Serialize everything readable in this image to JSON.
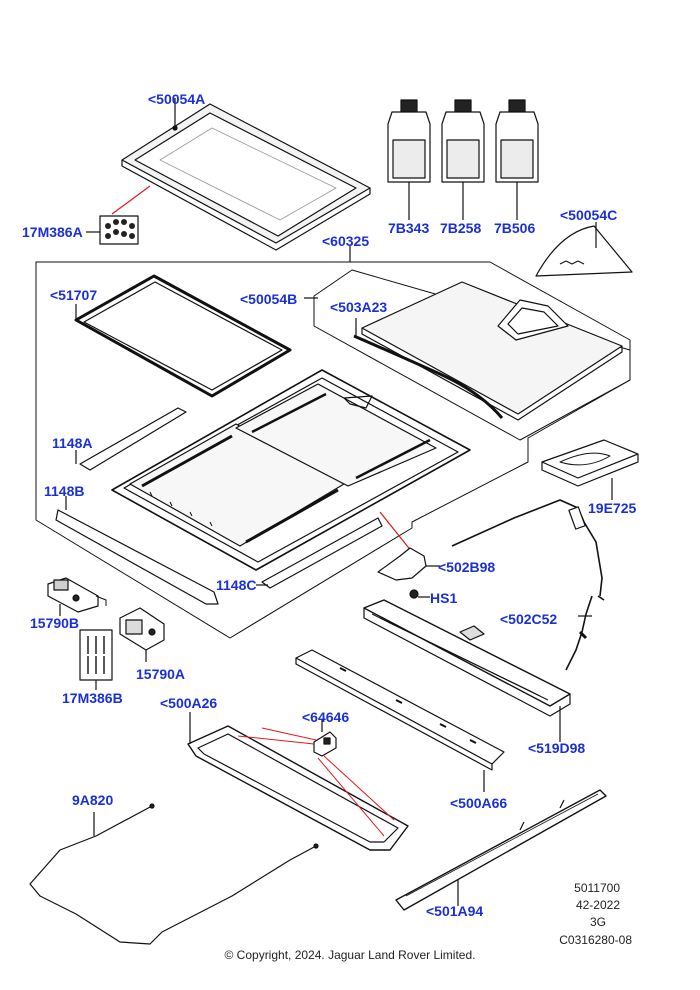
{
  "callouts": {
    "c50054A": "<50054A",
    "c17M386A": "17M386A",
    "c7B343": "7B343",
    "c7B258": "7B258",
    "c7B506": "7B506",
    "c50054C": "<50054C",
    "c60325": "<60325",
    "c51707": "<51707",
    "c50054B": "<50054B",
    "c503A23": "<503A23",
    "c1148A": "1148A",
    "c1148B": "1148B",
    "c19E725": "19E725",
    "c1148C": "1148C",
    "c502B98": "<502B98",
    "cHS1": "HS1",
    "c15790B": "15790B",
    "c502C52": "<502C52",
    "c15790A": "15790A",
    "c17M386B": "17M386B",
    "c500A26": "<500A26",
    "c64646": "<64646",
    "c519D98": "<519D98",
    "c500A66": "<500A66",
    "c9A820": "9A820",
    "c501A94": "<501A94"
  },
  "meta": {
    "line1": "5011700",
    "line2": "42-2022",
    "line3": "3G",
    "line4": "C0316280-08"
  },
  "copyright": "© Copyright, 2024. Jaguar Land Rover Limited.",
  "colors": {
    "callout": "#1a2fd6",
    "leader_red": "#e01a1a",
    "outline": "#111111"
  }
}
